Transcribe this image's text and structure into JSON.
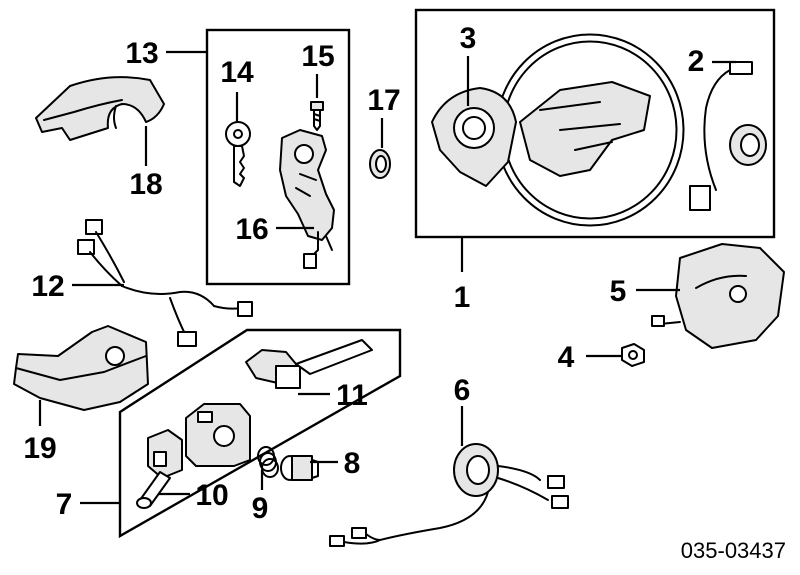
{
  "callouts": {
    "c1": "1",
    "c2": "2",
    "c3": "3",
    "c4": "4",
    "c5": "5",
    "c6": "6",
    "c7": "7",
    "c8": "8",
    "c9": "9",
    "c10": "10",
    "c11": "11",
    "c12": "12",
    "c13": "13",
    "c14": "14",
    "c15": "15",
    "c16": "16",
    "c17": "17",
    "c18": "18",
    "c19": "19"
  },
  "diagram_code": "035-03437"
}
